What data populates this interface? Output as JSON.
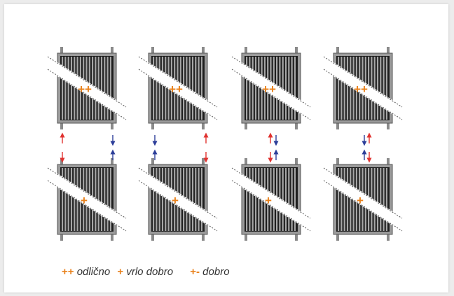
{
  "diagram": {
    "colors": {
      "hot": "#e0322f",
      "cold": "#2c3e99",
      "rating": "#e8801a",
      "radiator": "#333333",
      "band": "#ffffff"
    },
    "columns": [
      {
        "top": {
          "rating": "++"
        },
        "bottom": {
          "rating": "+"
        },
        "connection": "left-in right-out"
      },
      {
        "top": {
          "rating": "++"
        },
        "bottom": {
          "rating": "+"
        },
        "connection": "left-out right-in"
      },
      {
        "top": {
          "rating": "++"
        },
        "bottom": {
          "rating": "+"
        },
        "connection": "middle pair"
      },
      {
        "top": {
          "rating": "++"
        },
        "bottom": {
          "rating": "+"
        },
        "connection": "right pair"
      }
    ]
  },
  "legend": [
    {
      "symbol": "++",
      "label": "odlično"
    },
    {
      "symbol": "+",
      "label": "vrlo dobro"
    },
    {
      "symbol": "+-",
      "label": "dobro"
    }
  ]
}
